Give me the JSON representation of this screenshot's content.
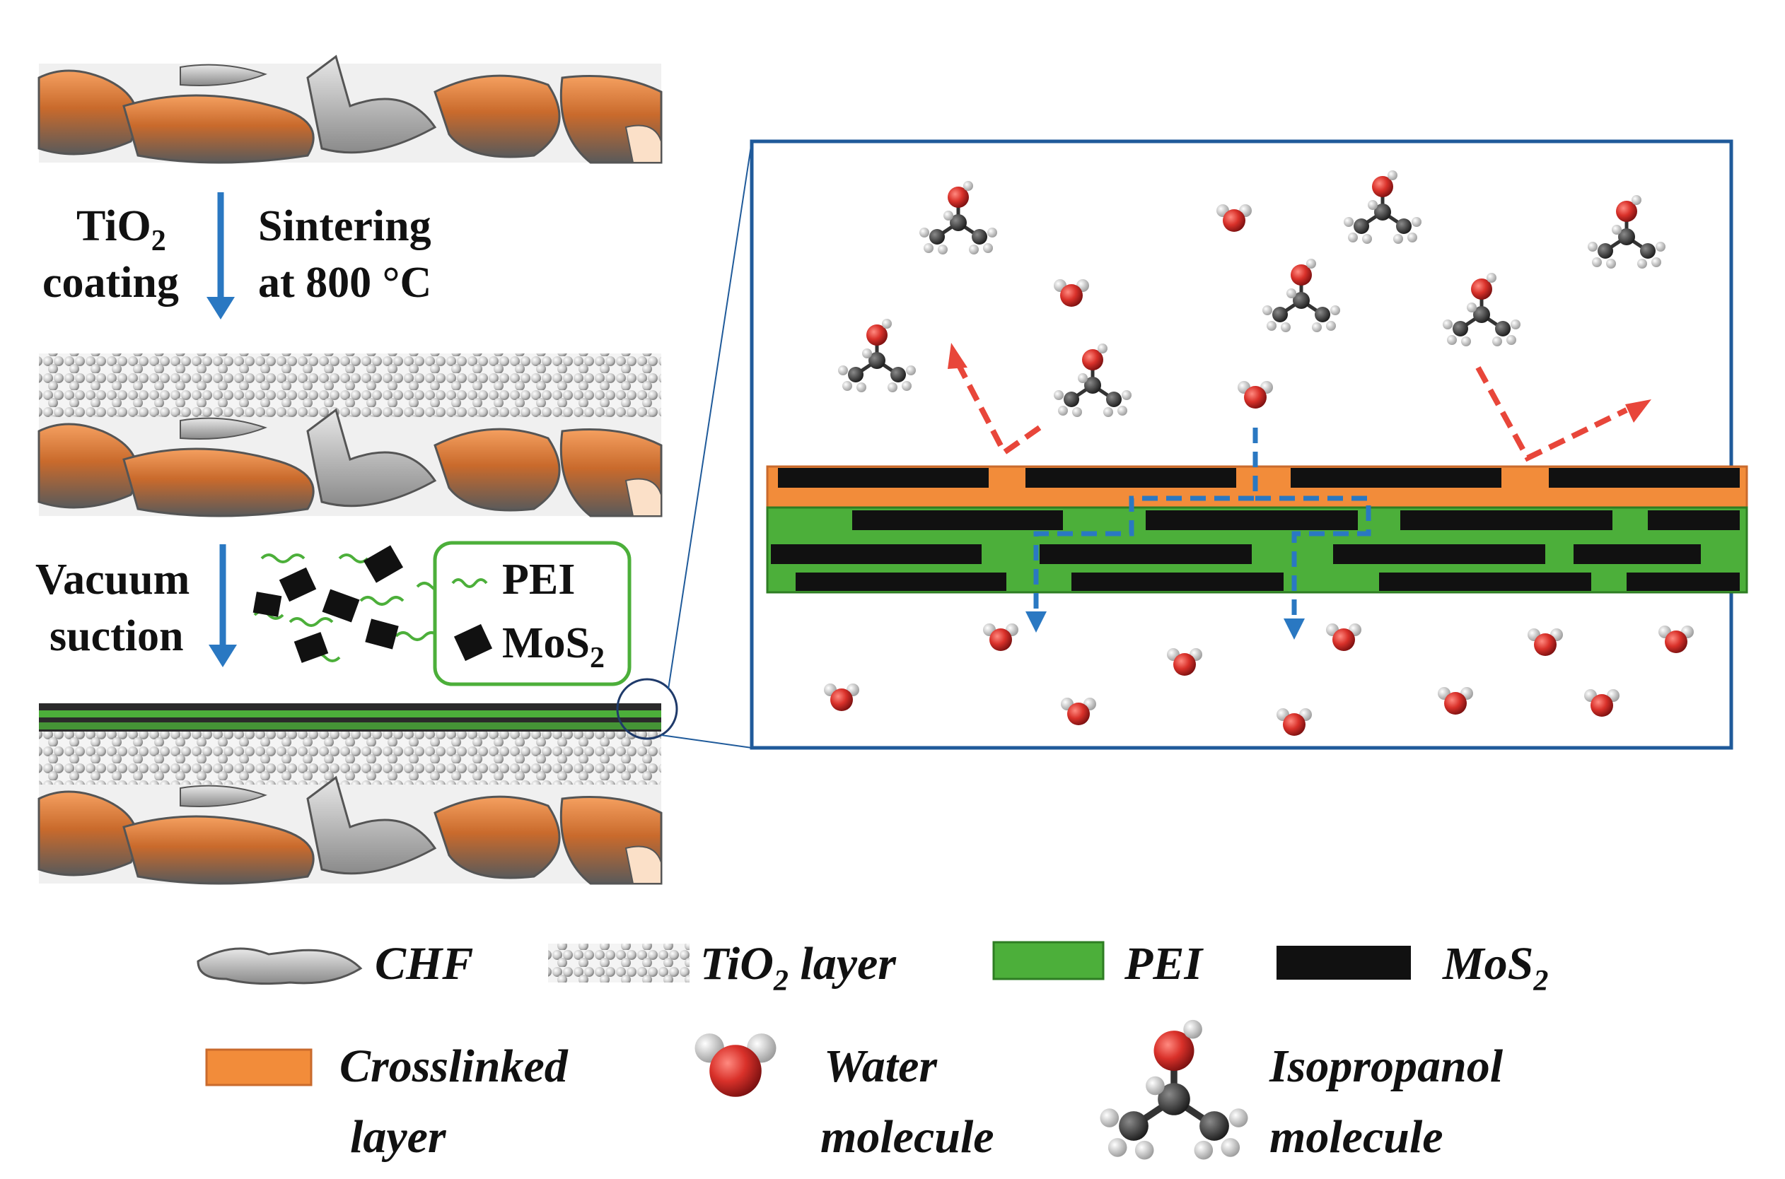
{
  "steps": {
    "step1_left": {
      "prefix": "TiO",
      "sub": "2",
      "line2": "coating"
    },
    "step1_right": {
      "line1": "Sintering",
      "line2": "at 800 °C"
    },
    "step2_left": {
      "line1": "Vacuum",
      "line2": "suction"
    }
  },
  "inset_legend": {
    "pei": "PEI",
    "mos2_prefix": "MoS",
    "mos2_sub": "2"
  },
  "legend": {
    "chf": "CHF",
    "tio2_prefix": "TiO",
    "tio2_sub": "2",
    "tio2_suffix": " layer",
    "pei": "PEI",
    "mos2_prefix": "MoS",
    "mos2_sub": "2",
    "crosslinked_line1": "Crosslinked",
    "crosslinked_line2": "layer",
    "water_line1": "Water",
    "water_line2": "molecule",
    "isopropanol_line1": "Isopropanol",
    "isopropanol_line2": "molecule"
  },
  "colors": {
    "orange": "#f28c3a",
    "green": "#4caf3a",
    "black": "#111111",
    "arrow_blue": "#2a78c2",
    "arrow_red": "#e8463a",
    "frame_blue": "#1f5a9a",
    "water_red": "#d9312a"
  }
}
